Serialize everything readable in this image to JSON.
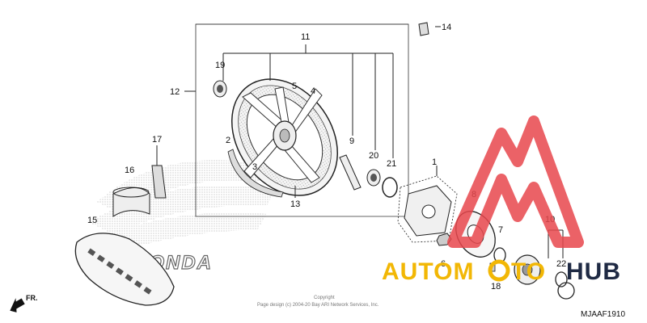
{
  "parts": [
    {
      "id": "p1",
      "label": "1"
    },
    {
      "id": "p2",
      "label": "2"
    },
    {
      "id": "p3",
      "label": "3"
    },
    {
      "id": "p4",
      "label": "4"
    },
    {
      "id": "p5",
      "label": "5"
    },
    {
      "id": "p6",
      "label": "6"
    },
    {
      "id": "p7",
      "label": "7"
    },
    {
      "id": "p8",
      "label": "8"
    },
    {
      "id": "p9",
      "label": "9"
    },
    {
      "id": "p10",
      "label": "10"
    },
    {
      "id": "p11",
      "label": "11"
    },
    {
      "id": "p12",
      "label": "12"
    },
    {
      "id": "p13",
      "label": "13"
    },
    {
      "id": "p14",
      "label": "14"
    },
    {
      "id": "p15",
      "label": "15"
    },
    {
      "id": "p16",
      "label": "16"
    },
    {
      "id": "p17",
      "label": "17"
    },
    {
      "id": "p18",
      "label": "18"
    },
    {
      "id": "p19",
      "label": "19"
    },
    {
      "id": "p20",
      "label": "20"
    },
    {
      "id": "p21",
      "label": "21"
    },
    {
      "id": "p22",
      "label": "22"
    }
  ],
  "direction_label": "FR.",
  "copyright_line1": "Copyright",
  "copyright_line2": "Page design (c) 2004-20 Bay ARI Network Services, Inc.",
  "diagram_code": "MJAAF1910",
  "background_logo": "HONDA",
  "watermark": {
    "text_part1": "AUTOM",
    "text_part2": "TO",
    "text_part3": "HUB",
    "logo_color": "#e8474c",
    "text_color": "#f2b705",
    "hub_color": "#1f2a44"
  }
}
